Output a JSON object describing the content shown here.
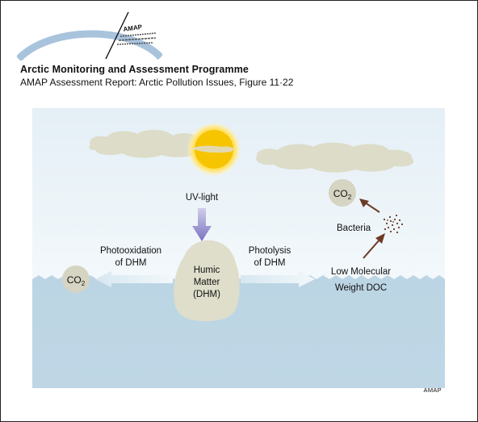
{
  "header": {
    "title": "Arctic Monitoring and Assessment Programme",
    "subtitle": "AMAP Assessment Report: Arctic Pollution Issues, Figure 11·22",
    "logo_text": "AMAP"
  },
  "diagram": {
    "uv_label": "UV-light",
    "photooxidation_label": [
      "Photooxidation",
      "of DHM"
    ],
    "photolysis_label": [
      "Photolysis",
      "of DHM"
    ],
    "humic_label": [
      "Humic",
      "Matter",
      "(DHM)"
    ],
    "co2_left": {
      "main": "CO",
      "sub": "2"
    },
    "co2_right": {
      "main": "CO",
      "sub": "2"
    },
    "bacteria_label": "Bacteria",
    "doc_label": [
      "Low Molecular",
      "Weight DOC"
    ]
  },
  "footer": {
    "credit": "AMAP"
  },
  "colors": {
    "sky": "#eaf3f8",
    "water": "#bcd5e4",
    "cloud": "#dedfcb",
    "sun": "#f6c200",
    "co2_bubble": "#d7d5c3",
    "humic_blob": "#ddddca",
    "uv_arrow": "#8c86c9",
    "brown_arrow": "#6b3b24",
    "light_arrow": "#e6f0f6"
  },
  "icons": [
    "amap-logo-icon",
    "sun-icon",
    "cloud-icon",
    "bacteria-icon"
  ]
}
